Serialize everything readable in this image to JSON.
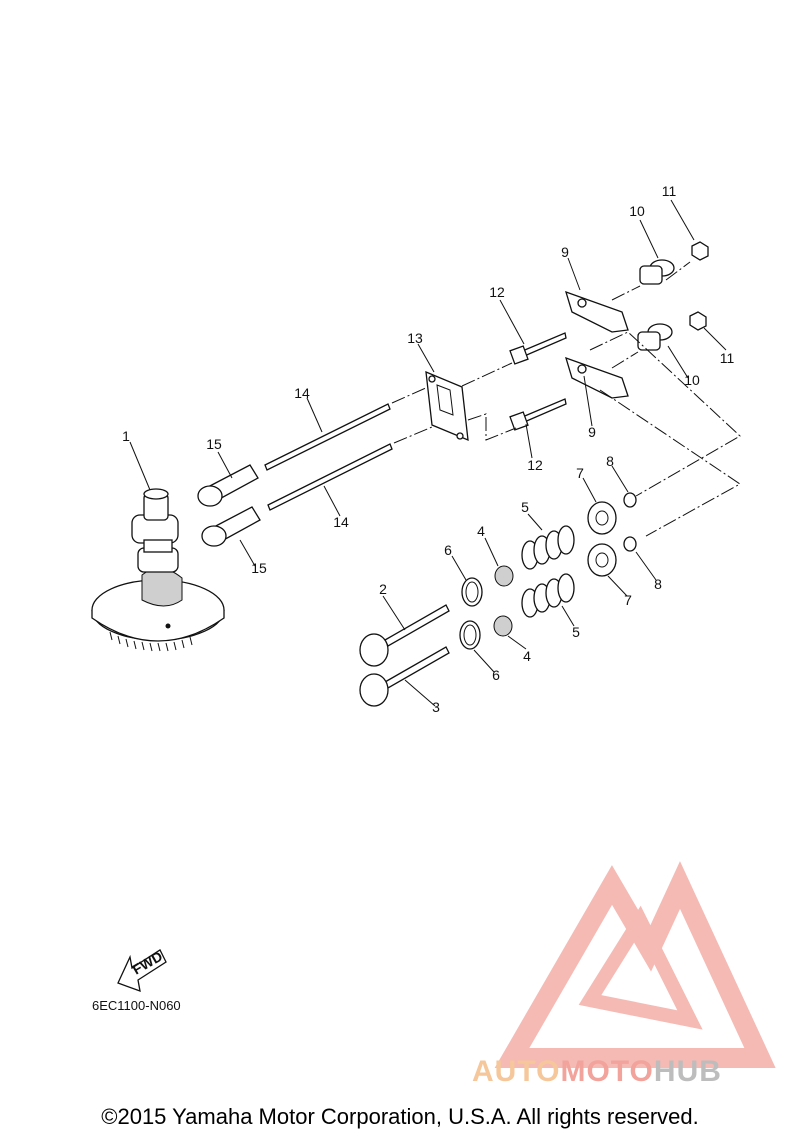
{
  "callouts": [
    {
      "n": "1"
    },
    {
      "n": "2"
    },
    {
      "n": "3"
    },
    {
      "n": "4"
    },
    {
      "n": "4"
    },
    {
      "n": "5"
    },
    {
      "n": "5"
    },
    {
      "n": "6"
    },
    {
      "n": "6"
    },
    {
      "n": "7"
    },
    {
      "n": "7"
    },
    {
      "n": "8"
    },
    {
      "n": "8"
    },
    {
      "n": "9"
    },
    {
      "n": "9"
    },
    {
      "n": "10"
    },
    {
      "n": "10"
    },
    {
      "n": "11"
    },
    {
      "n": "11"
    },
    {
      "n": "12"
    },
    {
      "n": "12"
    },
    {
      "n": "13"
    },
    {
      "n": "14"
    },
    {
      "n": "14"
    },
    {
      "n": "15"
    },
    {
      "n": "15"
    }
  ],
  "fwd_label": "FWD",
  "diagram_code": "6EC1100-N060",
  "copyright": "©2015 Yamaha Motor Corporation, U.S.A. All rights reserved.",
  "watermark": {
    "part1": "AUTO",
    "part2": "MOTO",
    "part3": "HUB",
    "colors": {
      "auto": "#f5c79a",
      "moto": "#f2a39b",
      "hub": "#bdbdbd",
      "logo": "#f2a39b"
    }
  }
}
